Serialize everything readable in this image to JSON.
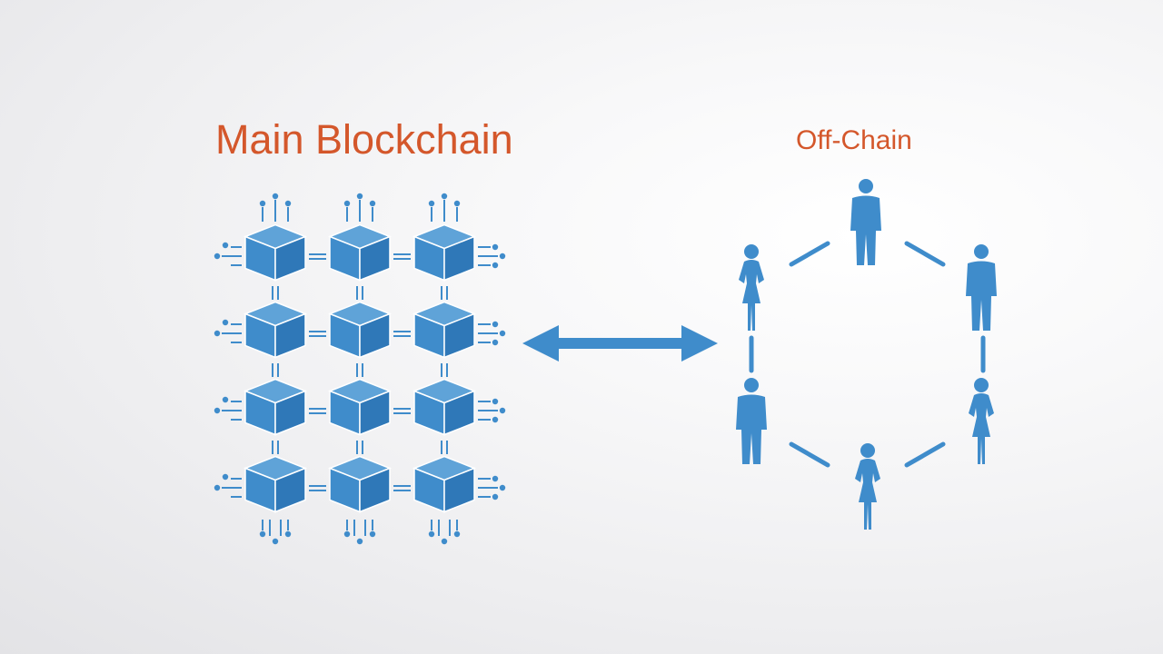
{
  "main_chain": {
    "title": "Main Blockchain",
    "rows": 4,
    "cols": 3
  },
  "off_chain": {
    "title": "Off-Chain",
    "participants": [
      {
        "name": "man-top"
      },
      {
        "name": "man-upper-right"
      },
      {
        "name": "woman-lower-right"
      },
      {
        "name": "woman-bottom"
      },
      {
        "name": "man-lower-left"
      },
      {
        "name": "woman-upper-left"
      }
    ]
  },
  "connector": {
    "type": "bidirectional-arrow"
  },
  "colors": {
    "title": "#d4572b",
    "blue": "#3f8ccb",
    "cube_top": "#5fa3d8",
    "cube_left": "#3f8ccb",
    "cube_right": "#2f78b8"
  }
}
